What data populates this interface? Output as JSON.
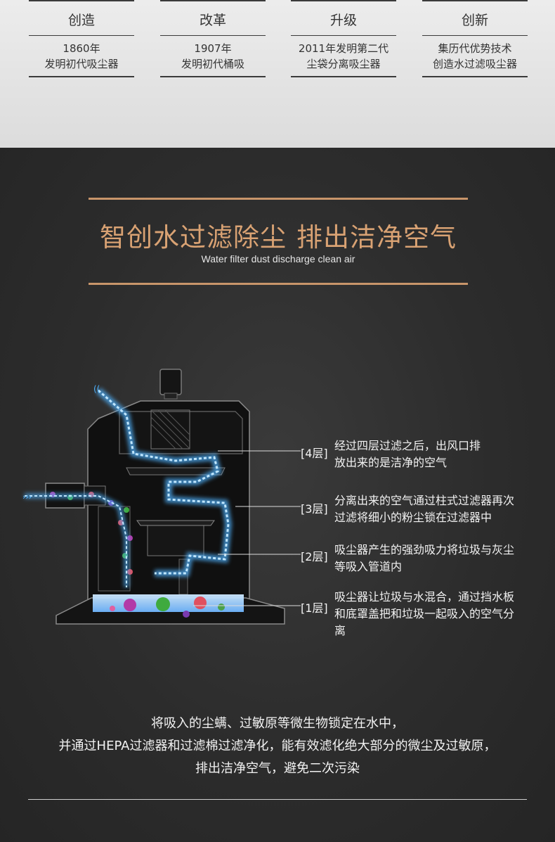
{
  "history": [
    {
      "title": "创造",
      "line1": "1860年",
      "line2": "发明初代吸尘器"
    },
    {
      "title": "改革",
      "line1": "1907年",
      "line2": "发明初代桶吸"
    },
    {
      "title": "升级",
      "line1": "2011年发明第二代",
      "line2": "尘袋分离吸尘器"
    },
    {
      "title": "创新",
      "line1": "集历代优势技术",
      "line2": "创造水过滤吸尘器"
    }
  ],
  "headline": {
    "part1": "智创水过滤除尘",
    "part2": "排出洁净空气",
    "subtitle": "Water filter dust discharge clean air",
    "accent_color": "#d9a273"
  },
  "layers": [
    {
      "label": "[4层]",
      "desc_line1": "经过四层过滤之后，出风口排",
      "desc_line2": "放出来的是洁净的空气",
      "desc_line3": ""
    },
    {
      "label": "[3层]",
      "desc_line1": "分离出来的空气通过柱式过滤器再次",
      "desc_line2": "过滤将细小的粉尘锁在过滤器中",
      "desc_line3": ""
    },
    {
      "label": "[2层]",
      "desc_line1": "吸尘器产生的强劲吸力将垃圾与灰尘",
      "desc_line2": "等吸入管道内",
      "desc_line3": ""
    },
    {
      "label": "[1层]",
      "desc_line1": "吸尘器让垃圾与水混合，通过挡水板",
      "desc_line2": "和底罩盖把和垃圾一起吸入的空气分",
      "desc_line3": "离"
    }
  ],
  "summary": {
    "line1": "将吸入的尘螨、过敏原等微生物锁定在水中，",
    "line2": "并通过HEPA过滤器和过滤棉过滤净化，能有效滤化绝大部分的微尘及过敏原，",
    "line3": "排出洁净空气，避免二次污染"
  },
  "icons": {
    "diagram": "vacuum-cross-section-illustration",
    "airflow": "blue-airflow-arrow",
    "germs": "germ-icon"
  }
}
